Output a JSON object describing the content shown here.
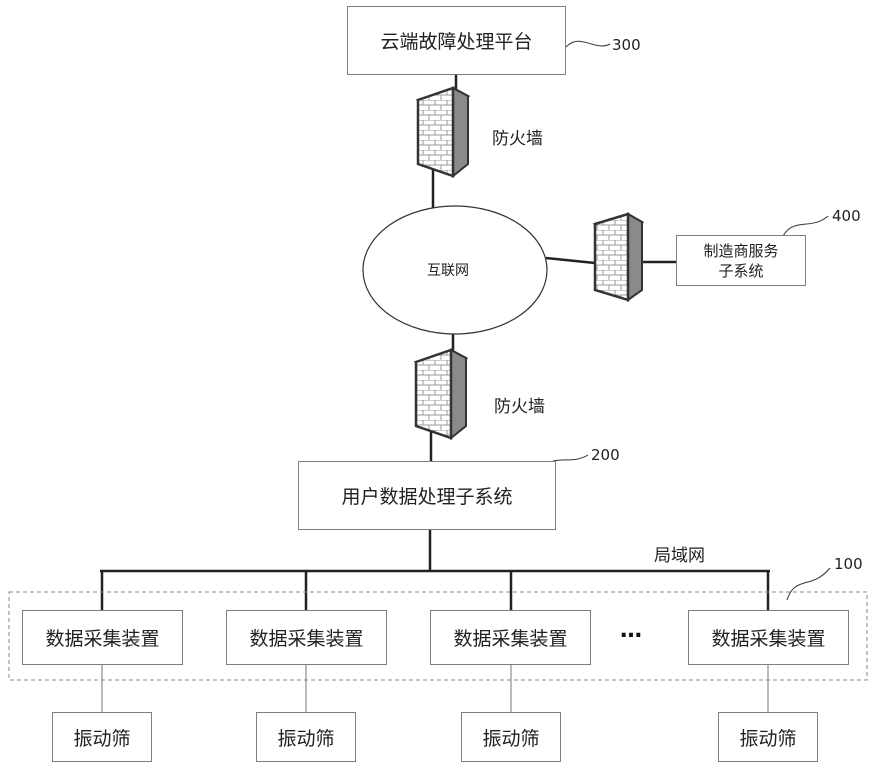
{
  "cloud_platform": {
    "label": "云端故障处理平台",
    "ref": "300"
  },
  "firewall_top": {
    "label": "防火墙"
  },
  "internet": {
    "label": "互联网"
  },
  "manufacturer": {
    "line1": "制造商服务",
    "line2": "子系统",
    "ref": "400"
  },
  "firewall_bottom": {
    "label": "防火墙"
  },
  "user_subsystem": {
    "label": "用户数据处理子系统",
    "ref": "200"
  },
  "lan": {
    "label": "局域网",
    "ref": "100"
  },
  "collectors": [
    {
      "label": "数据采集装置"
    },
    {
      "label": "数据采集装置"
    },
    {
      "label": "数据采集装置"
    },
    {
      "label": "数据采集装置"
    }
  ],
  "ellipsis": "…",
  "screens": [
    {
      "label": "振动筛"
    },
    {
      "label": "振动筛"
    },
    {
      "label": "振动筛"
    },
    {
      "label": "振动筛"
    }
  ]
}
